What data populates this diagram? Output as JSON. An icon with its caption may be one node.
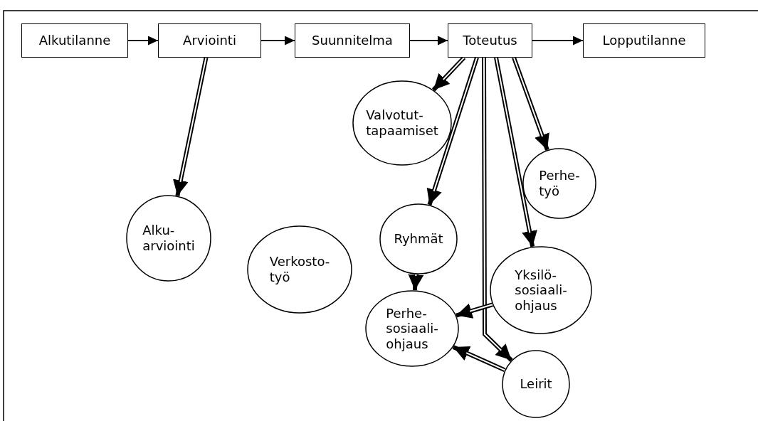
{
  "diagram": {
    "nodes": [
      {
        "text": [
          "Alkutilanne"
        ]
      },
      {
        "text": [
          "Arviointi"
        ]
      },
      {
        "text": [
          "Suunnitelma"
        ]
      },
      {
        "text": [
          "Toteutus"
        ]
      },
      {
        "text": [
          "Lopputilanne"
        ]
      },
      {
        "text": [
          "Valvotut- tapaamiset"
        ]
      },
      {
        "text": [
          "Alku- arviointi"
        ]
      },
      {
        "text": [
          "Perhe- työ"
        ]
      },
      {
        "text": [
          "Ryhmät"
        ]
      },
      {
        "text": [
          "Verkosto- työ"
        ]
      },
      {
        "text": [
          "Yksilö- sosiaali- ohjaus"
        ]
      },
      {
        "text": [
          "Perhe- sosiaali- ohjaus"
        ]
      },
      {
        "text": [
          "Leirit"
        ]
      }
    ],
    "edges": [
      {
        "from": 0,
        "to": 1,
        "arrow": "to"
      },
      {
        "from": 1,
        "to": 2,
        "arrow": "to"
      },
      {
        "from": 2,
        "to": 3,
        "arrow": "to"
      },
      {
        "from": 3,
        "to": 4,
        "arrow": "to"
      },
      {
        "from": 1,
        "to": 6,
        "arrow": "to"
      },
      {
        "from": 3,
        "to": 5,
        "arrow": "to"
      },
      {
        "from": 3,
        "to": 8,
        "arrow": "to"
      },
      {
        "from": 3,
        "to": 12,
        "arrow": "to"
      },
      {
        "from": 3,
        "to": 10,
        "arrow": "to"
      },
      {
        "from": 3,
        "to": 7,
        "arrow": "to"
      },
      {
        "from": 8,
        "to": 11,
        "arrow": "to"
      },
      {
        "from": 10,
        "to": 11,
        "arrow": "to"
      },
      {
        "from": 12,
        "to": 11,
        "arrow": "to"
      }
    ]
  }
}
